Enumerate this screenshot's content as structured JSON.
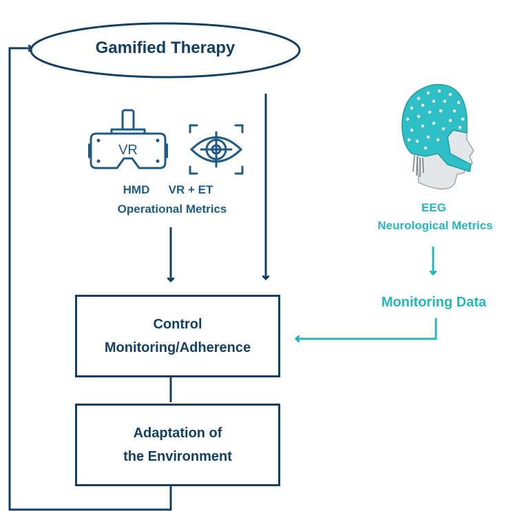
{
  "diagram": {
    "colors": {
      "primary": "#123f66",
      "secondary": "#1d5b86",
      "accent": "#23b7bf"
    },
    "nodes": {
      "gamified_therapy": "Gamified Therapy",
      "hmd_label": "HMD",
      "vr_et_label": "VR + ET",
      "operational_metrics": "Operational Metrics",
      "vr_icon_text": "VR",
      "eeg_label": "EEG",
      "neurological_metrics": "Neurological Metrics",
      "monitoring_data": "Monitoring Data",
      "control_line1": "Control",
      "control_line2": "Monitoring/Adherence",
      "adaptation_line1": "Adaptation of",
      "adaptation_line2": "the Environment"
    },
    "icons": [
      "vr-headset-icon",
      "eye-tracking-icon",
      "eeg-cap-head-icon"
    ]
  }
}
